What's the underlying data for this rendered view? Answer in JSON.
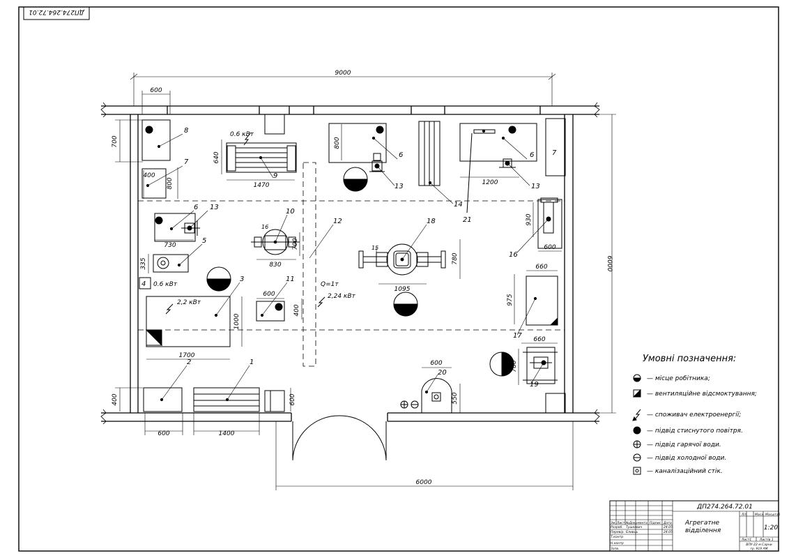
{
  "stamp_top": "ДП274.264.72.01",
  "dims": {
    "total_width": "9000",
    "total_height": "6000",
    "door_wall": "6000",
    "d600_top": "600",
    "d700_left": "700",
    "d400_left": "400",
    "d800_left": "800",
    "d640": "640",
    "d1470": "1470",
    "d800_6": "800",
    "d1200": "1200",
    "d730": "730",
    "d335": "335",
    "d830": "830",
    "d700_10": "700",
    "d1095": "1095",
    "d780_18": "780",
    "d930": "930",
    "d600_16": "600",
    "d660": "660",
    "d975": "975",
    "d600_11": "600",
    "d400_11": "400",
    "d1000": "1000",
    "d1700": "1700",
    "d660_19": "660",
    "d780_19": "780",
    "d600_20": "600",
    "d550": "550",
    "d400_bl": "400",
    "d600_1": "600",
    "d600_b1": "600",
    "d1400": "1400"
  },
  "power": {
    "p9": "0.6 кВт",
    "p5": "0.6 кВт",
    "p3": "2,2 кВт",
    "p12": "2,24 кВт",
    "q12": "Q=1т"
  },
  "labels": {
    "n1": "1",
    "n2": "2",
    "n3": "3",
    "n4": "4",
    "n5": "5",
    "n6a": "6",
    "n6b": "6",
    "n6c": "6",
    "n7a": "7",
    "n7b": "7",
    "n8": "8",
    "n9": "9",
    "n10": "10",
    "n11": "11",
    "n12": "12",
    "n13a": "13",
    "n13b": "13",
    "n13c": "13",
    "n14": "14",
    "n15": "15",
    "n16a": "16",
    "n16b": "16",
    "n17": "17",
    "n18": "18",
    "n19": "19",
    "n20": "20",
    "n21": "21"
  },
  "legend": {
    "title": "Умовні позначення:",
    "items": [
      "— місце робітника;",
      "— вентиляційне відсмоктування;",
      "— споживач електроенергії;",
      "— підвід стиснутого повітря.",
      "— підвід гарячої води.",
      "— підвід холодної води.",
      "— каналізаційний стік."
    ]
  },
  "title_block": {
    "doc_code": "ДП274.264.72.01",
    "name_line1": "Агрегатне",
    "name_line2": "відділення",
    "scale": "1:20",
    "col_lit": "Літ.",
    "col_mass": "Маса",
    "col_scale": "Масштаб",
    "sheet": "Лист1",
    "sheets": "Листів 1",
    "org_line1": "ВПУ-22 м.Сарни",
    "org_line2": "гр. 919 АМ",
    "hdr_izm": "Зм.",
    "hdr_list": "Лист",
    "hdr_doc": "№Документа",
    "hdr_sign": "Підпис",
    "hdr_date": "Дата",
    "r_rozrob": "Розроб.",
    "r_rozrob_name": "Тушкевич",
    "r_rozrob_date": "24.05",
    "r_pereviv": "Перевір.",
    "r_pereviv_name": "Бливць",
    "r_pereviv_date": "24.05",
    "r_tkontr": "Т.контр",
    "r_nkontr": "Н.контр",
    "r_zatv": "Затв."
  }
}
